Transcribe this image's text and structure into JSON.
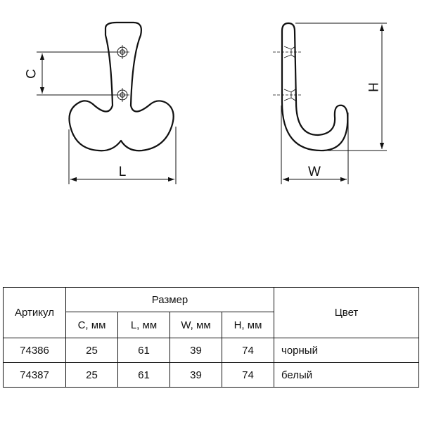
{
  "drawing": {
    "dim_c": "C",
    "dim_l": "L",
    "dim_w": "W",
    "dim_h": "H"
  },
  "table": {
    "col_article": "Артикул",
    "group_size": "Размер",
    "col_color": "Цвет",
    "size_columns": [
      "C, мм",
      "L, мм",
      "W, мм",
      "H, мм"
    ],
    "rows": [
      {
        "article": "74386",
        "c": "25",
        "l": "61",
        "w": "39",
        "h": "74",
        "color": "чорный"
      },
      {
        "article": "74387",
        "c": "25",
        "l": "61",
        "w": "39",
        "h": "74",
        "color": "белый"
      }
    ]
  }
}
